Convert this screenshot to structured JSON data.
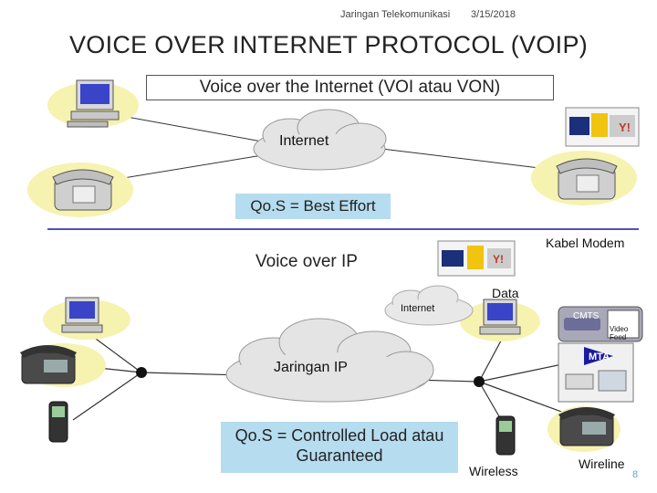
{
  "header": {
    "left": "Jaringan Telekomunikasi",
    "date": "3/15/2018"
  },
  "title": "VOICE OVER INTERNET PROTOCOL (VOIP)",
  "top_section": {
    "subtitle": "Voice over the Internet (VOI atau VON)",
    "cloud_label": "Internet",
    "qos": "Qo.S = Best Effort"
  },
  "bottom_section": {
    "heading": "Voice over IP",
    "kabel_modem": "Kabel Modem",
    "data": "Data",
    "internet_small": "Internet",
    "cmts": "CMTS",
    "video_feed": "Video Feed",
    "mta": "MTA",
    "cloud_label": "Jaringan IP",
    "qos": "Qo.S = Controlled Load atau Guaranteed",
    "wireless": "Wireless",
    "wireline": "Wireline"
  },
  "page_number": "8",
  "colors": {
    "accent_blue": "#1a1aa0",
    "qos_bg": "#b6dcef",
    "halo": "#f6f2b0",
    "cloud": "#e4e4e4"
  }
}
